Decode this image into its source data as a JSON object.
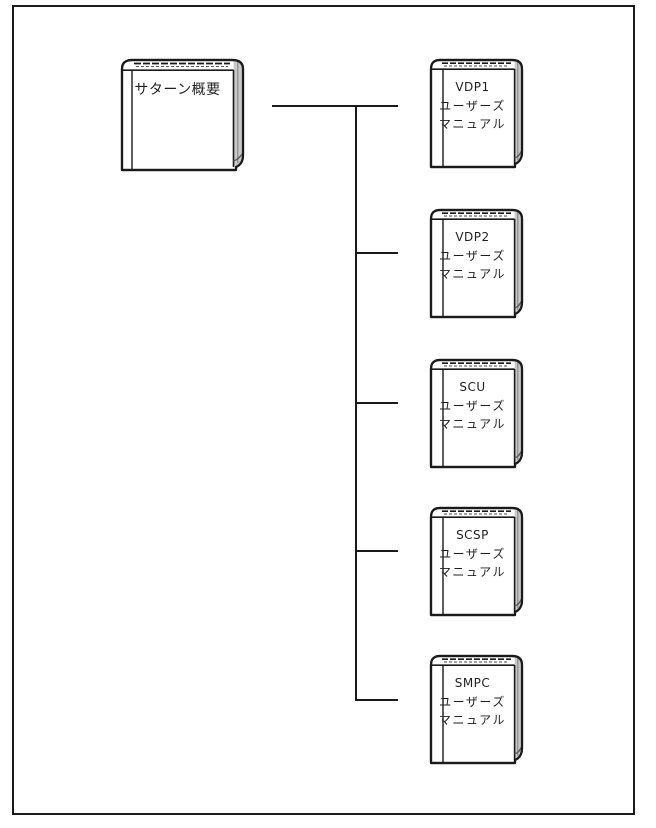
{
  "page": {
    "background_color": "#ffffff",
    "line_color": "#1a1a1a",
    "page_edge_gray": "#c9c9c9"
  },
  "diagram": {
    "root_book": {
      "title": "サターン概要"
    },
    "manual_books": [
      {
        "line1": "VDP1",
        "line2": "ユーザーズ",
        "line3": "マニュアル"
      },
      {
        "line1": "VDP2",
        "line2": "ユーザーズ",
        "line3": "マニュアル"
      },
      {
        "line1": "SCU",
        "line2": "ユーザーズ",
        "line3": "マニュアル"
      },
      {
        "line1": "SCSP",
        "line2": "ユーザーズ",
        "line3": "マニュアル"
      },
      {
        "line1": "SMPC",
        "line2": "ユーザーズ",
        "line3": "マニュアル"
      }
    ]
  }
}
